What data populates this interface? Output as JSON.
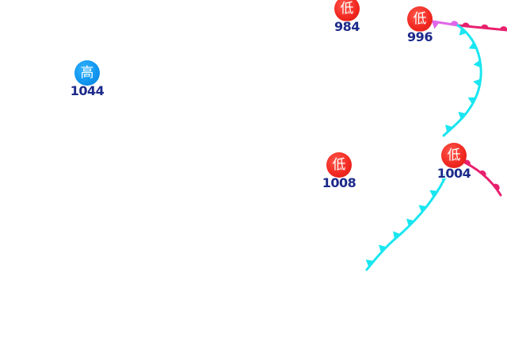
{
  "colors": {
    "low_badge": "#f22a22",
    "high_badge": "#1196f0",
    "pressure_text": "#1c2a8a",
    "cold_front": "#19e6f0",
    "warm_front": "#e8206e",
    "occluded_front": "#e066e8"
  },
  "centers": [
    {
      "label": "低",
      "pressure": "984",
      "kind": "low"
    },
    {
      "label": "低",
      "pressure": "996",
      "kind": "low"
    },
    {
      "label": "高",
      "pressure": "1044",
      "kind": "high"
    },
    {
      "label": "低",
      "pressure": "1008",
      "kind": "low"
    },
    {
      "label": "低",
      "pressure": "1004",
      "kind": "low"
    }
  ],
  "fronts": [
    {
      "type": "occluded"
    },
    {
      "type": "warm"
    },
    {
      "type": "cold"
    },
    {
      "type": "warm"
    },
    {
      "type": "cold"
    }
  ]
}
